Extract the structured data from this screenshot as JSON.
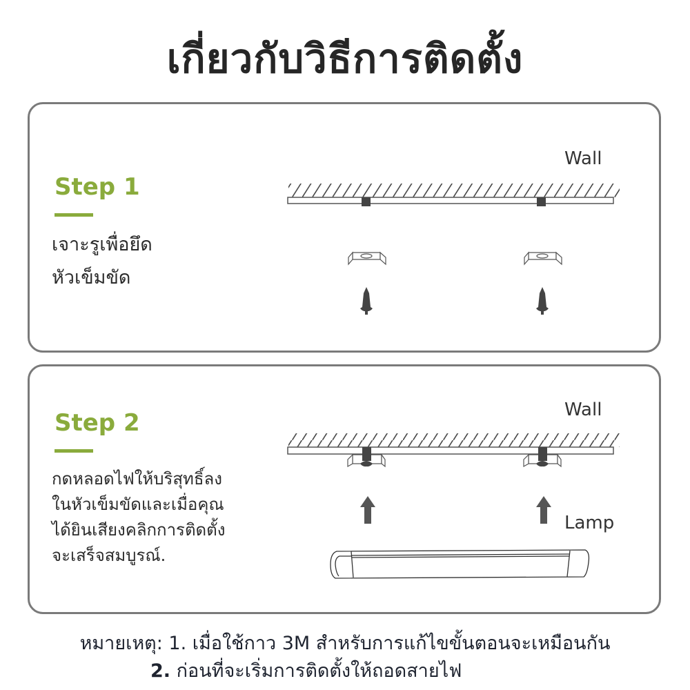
{
  "page": {
    "title": "เกี่ยวกับวิธีการติดตั้ง"
  },
  "colors": {
    "accent": "#8aab3c",
    "card_border": "#7a7a7a",
    "text": "#2b2b2b",
    "diagram_dark": "#444444"
  },
  "steps": [
    {
      "label": "Step 1",
      "description": "เจาะรูเพื่อยึด\nหัวเข็มขัด",
      "wall_label": "Wall",
      "icons": [
        "wall-hatch",
        "mounting-clip",
        "screw"
      ]
    },
    {
      "label": "Step 2",
      "description": "กดหลอดไฟให้บริสุทธิ์ลง\nในหัวเข็มขัดและเมื่อคุณ\nได้ยินเสียงคลิกการติดตั้ง\nจะเสร็จสมบูรณ์.",
      "wall_label": "Wall",
      "lamp_label": "Lamp",
      "icons": [
        "wall-hatch",
        "mounting-clip",
        "screw",
        "up-arrow",
        "lamp"
      ]
    }
  ],
  "notes": {
    "prefix": "หมายเหตุ:",
    "item1": "1. เมื่อใช้กาว 3M สำหรับการแก้ไขขั้นตอนจะเหมือนกัน",
    "item2_num": "2.",
    "item2_text": "ก่อนที่จะเริ่มการติดตั้งให้ถอดสายไฟ"
  }
}
